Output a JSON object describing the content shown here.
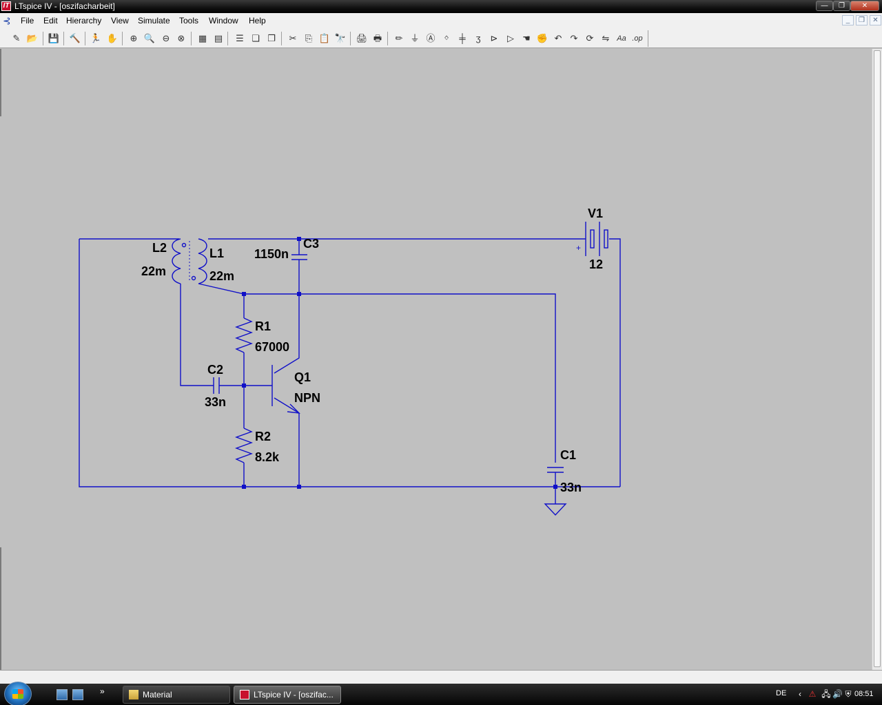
{
  "window": {
    "title": "LTspice IV - [oszifacharbeit]",
    "app_glyph": "IT",
    "buttons": [
      "—",
      "❐",
      "✕"
    ]
  },
  "menu": {
    "items": [
      "File",
      "Edit",
      "Hierarchy",
      "View",
      "Simulate",
      "Tools",
      "Window",
      "Help"
    ],
    "mdi_buttons": [
      "_",
      "❐",
      "✕"
    ]
  },
  "toolbar": {
    "icons": [
      "new-schematic-icon",
      "open-icon",
      "save-icon",
      "control-panel-icon",
      "run-icon",
      "halt-icon",
      "zoom-in-icon",
      "zoom-rubber-icon",
      "zoom-out-icon",
      "zoom-cancel-icon",
      "autorange-icon",
      "zoom-full-icon",
      "tile-horizontal-icon",
      "cascade-icon",
      "tile-vertical-icon",
      "cut-icon",
      "copy-icon",
      "paste-icon",
      "find-icon",
      "print-setup-icon",
      "print-icon",
      "draw-wire-icon",
      "ground-icon",
      "label-net-icon",
      "resistor-icon",
      "capacitor-icon",
      "inductor-icon",
      "diode-icon",
      "component-icon",
      "move-icon",
      "drag-icon",
      "undo-icon",
      "redo-icon",
      "rotate-icon",
      "mirror-icon",
      "text-icon",
      "spice-directive-icon"
    ],
    "glyphs": [
      "✎",
      "📂",
      "💾",
      "🔨",
      "🏃",
      "✋",
      "⊕",
      "🔍",
      "⊖",
      "⊗",
      "▦",
      "▤",
      "☰",
      "❏",
      "❐",
      "✂",
      "⎘",
      "📋",
      "🔭",
      "🖨",
      "🖶",
      "✏",
      "⏚",
      "Ⓐ",
      "ᛜ",
      "╪",
      "ʒ",
      "⊳",
      "▷",
      "☚",
      "✊",
      "↶",
      "↷",
      "⟳",
      "⇋",
      "Aa",
      ".op"
    ],
    "text_labels": {
      "text": "Aa",
      "directive": ".op"
    }
  },
  "schematic": {
    "wire_color": "#1010c8",
    "components": [
      {
        "ref": "V1",
        "value": "12"
      },
      {
        "ref": "C3",
        "value": "1150n"
      },
      {
        "ref": "L2",
        "value": "22m"
      },
      {
        "ref": "L1",
        "value": "22m"
      },
      {
        "ref": "R1",
        "value": "67000"
      },
      {
        "ref": "C2",
        "value": "33n"
      },
      {
        "ref": "Q1",
        "value": "NPN"
      },
      {
        "ref": "R2",
        "value": "8.2k"
      },
      {
        "ref": "C1",
        "value": "33n"
      }
    ],
    "polarity": "+"
  },
  "taskbar": {
    "quick_more": "»",
    "tasks": [
      {
        "label": "Material",
        "icon": "folder-icon"
      },
      {
        "label": "LTspice IV - [oszifac...",
        "icon": "ltspice-icon"
      }
    ],
    "language": "DE",
    "tray_glyphs": [
      "‹",
      "⚠",
      "🖧",
      "🔊",
      "⛨"
    ],
    "clock": "08:51"
  }
}
